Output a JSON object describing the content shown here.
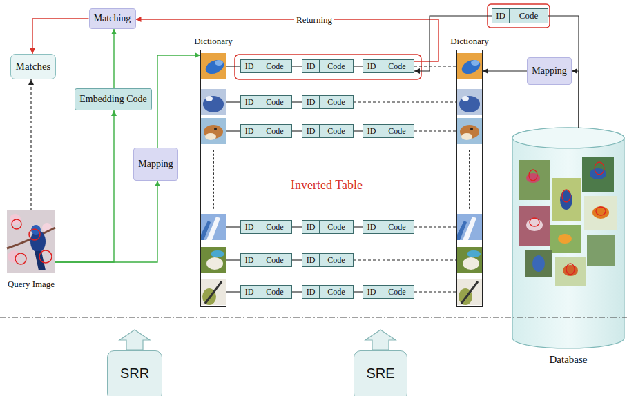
{
  "diagram": {
    "nodes": [
      {
        "text": [
          "Matching"
        ]
      },
      {
        "text": [
          "Matches"
        ]
      },
      {
        "text": [
          "Embedding Code"
        ]
      },
      {
        "text": [
          "Mapping"
        ]
      },
      {
        "text": [
          "Query Image"
        ]
      },
      {
        "text": [
          "Dictionary"
        ]
      },
      {
        "text": [
          "ID",
          "Code"
        ]
      },
      {
        "text": [
          "ID",
          "Code"
        ]
      },
      {
        "text": [
          "ID",
          "Code"
        ]
      },
      {
        "text": [
          "ID",
          "Code"
        ]
      },
      {
        "text": [
          "ID",
          "Code"
        ]
      },
      {
        "text": [
          "ID",
          "Code"
        ]
      },
      {
        "text": [
          "ID",
          "Code"
        ]
      },
      {
        "text": [
          "ID",
          "Code"
        ]
      },
      {
        "text": [
          "ID",
          "Code"
        ]
      },
      {
        "text": [
          "ID",
          "Code"
        ]
      },
      {
        "text": [
          "ID",
          "Code"
        ]
      },
      {
        "text": [
          "ID",
          "Code"
        ]
      },
      {
        "text": [
          "ID",
          "Code"
        ]
      },
      {
        "text": [
          "ID",
          "Code"
        ]
      },
      {
        "text": [
          "ID",
          "Code"
        ]
      },
      {
        "text": [
          "ID",
          "Code"
        ]
      },
      {
        "text": [
          "Dictionary"
        ]
      },
      {
        "text": [
          "ID",
          "Code"
        ]
      },
      {
        "text": [
          "Mapping"
        ]
      },
      {
        "text": [
          "Database"
        ]
      },
      {
        "text": [
          "SRR"
        ]
      },
      {
        "text": [
          "SRE"
        ]
      }
    ],
    "edges": [
      {
        "from": 4,
        "to": 3,
        "arrow": "to"
      },
      {
        "from": 4,
        "to": 2,
        "arrow": "to"
      },
      {
        "from": 3,
        "to": 5,
        "arrow": "to"
      },
      {
        "from": 2,
        "to": 0,
        "arrow": "to"
      },
      {
        "from": 0,
        "to": 1,
        "arrow": "to"
      },
      {
        "from": 4,
        "to": 1,
        "arrow": "to"
      },
      {
        "from": 8,
        "to": 0,
        "label": "Returning",
        "arrow": "to"
      },
      {
        "from": 5,
        "to": 6,
        "arrow": "none"
      },
      {
        "from": 5,
        "to": 9,
        "arrow": "none"
      },
      {
        "from": 5,
        "to": 11,
        "arrow": "none"
      },
      {
        "from": 5,
        "to": 14,
        "arrow": "none"
      },
      {
        "from": 5,
        "to": 17,
        "arrow": "none"
      },
      {
        "from": 5,
        "to": 19,
        "arrow": "none"
      },
      {
        "from": 6,
        "to": 7,
        "arrow": "none"
      },
      {
        "from": 7,
        "to": 8,
        "arrow": "none"
      },
      {
        "from": 9,
        "to": 10,
        "arrow": "none"
      },
      {
        "from": 11,
        "to": 12,
        "arrow": "none"
      },
      {
        "from": 12,
        "to": 13,
        "arrow": "none"
      },
      {
        "from": 14,
        "to": 15,
        "arrow": "none"
      },
      {
        "from": 15,
        "to": 16,
        "arrow": "none"
      },
      {
        "from": 17,
        "to": 18,
        "arrow": "none"
      },
      {
        "from": 19,
        "to": 20,
        "arrow": "none"
      },
      {
        "from": 20,
        "to": 21,
        "arrow": "none"
      },
      {
        "from": 8,
        "to": 22,
        "arrow": "none"
      },
      {
        "from": 10,
        "to": 22,
        "arrow": "none"
      },
      {
        "from": 13,
        "to": 22,
        "arrow": "none"
      },
      {
        "from": 16,
        "to": 22,
        "arrow": "none"
      },
      {
        "from": 18,
        "to": 22,
        "arrow": "none"
      },
      {
        "from": 21,
        "to": 22,
        "arrow": "none"
      },
      {
        "from": 24,
        "to": 22,
        "arrow": "to"
      },
      {
        "from": 25,
        "to": 24,
        "arrow": "to"
      },
      {
        "from": 25,
        "to": 23,
        "arrow": "none"
      },
      {
        "from": 23,
        "to": 8,
        "arrow": "to"
      }
    ],
    "labels": [
      "Inverted Table"
    ]
  }
}
